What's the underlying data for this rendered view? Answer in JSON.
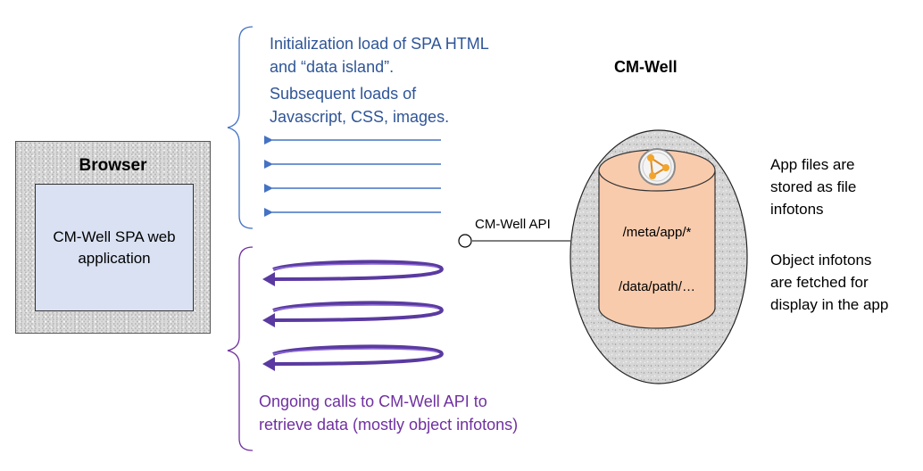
{
  "browser": {
    "title": "Browser",
    "app_label_line1": "CM-Well SPA web",
    "app_label_line2": "application"
  },
  "load_note": {
    "line1": "Initialization load of SPA HTML",
    "line2": "and “data island”.",
    "line3": "Subsequent loads of",
    "line4": "Javascript, CSS, images."
  },
  "ongoing_note": {
    "line1": "Ongoing calls to CM-Well API to",
    "line2": "retrieve data (mostly object infotons)"
  },
  "server": {
    "title": "CM-Well",
    "api_label": "CM-Well API",
    "path_app": "/meta/app/*",
    "path_data": "/data/path/…"
  },
  "right_notes": {
    "app_files_line1": "App files are",
    "app_files_line2": "stored as file",
    "app_files_line3": "infotons",
    "objects_line1": "Object infotons",
    "objects_line2": "are fetched for",
    "objects_line3": "display in the app"
  },
  "colors": {
    "blue": "#4472c4",
    "purple": "#7030a0",
    "cylinder": "#f8cbad"
  }
}
